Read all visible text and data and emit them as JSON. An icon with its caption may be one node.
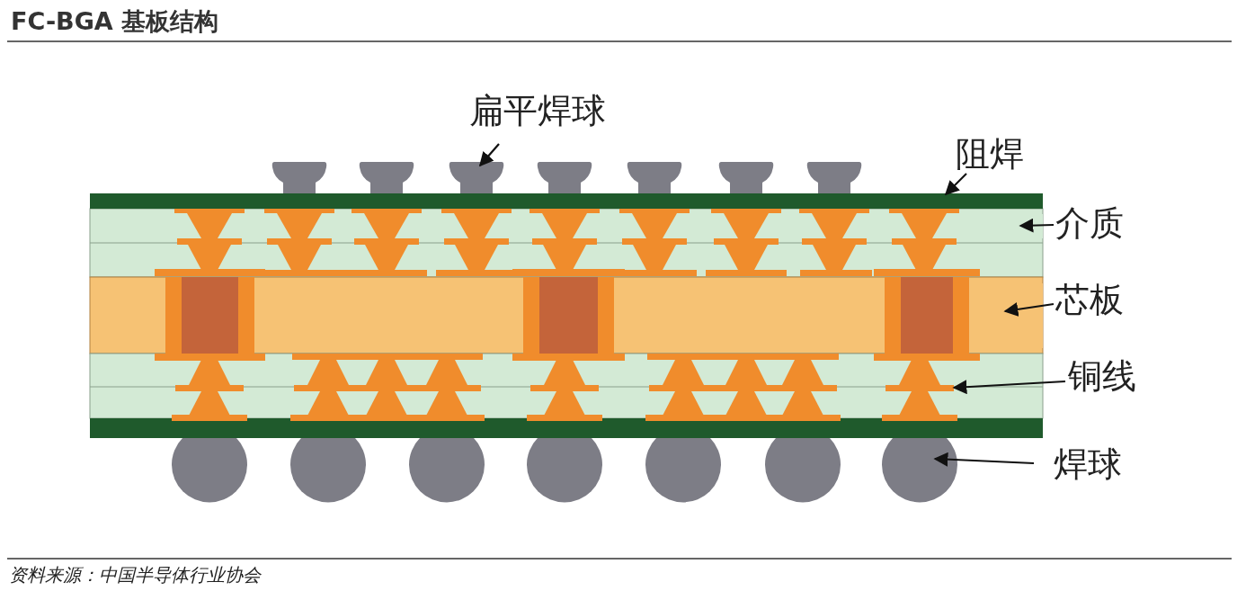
{
  "diagram": {
    "title": "FC-BGA 基板结构",
    "caption": "资料来源：中国半导体行业协会",
    "nodes": [
      {
        "text": [
          "扁平焊球"
        ]
      },
      {
        "text": [
          "阻焊"
        ]
      },
      {
        "text": [
          "介质"
        ]
      },
      {
        "text": [
          "芯板"
        ]
      },
      {
        "text": [
          "铜线"
        ]
      },
      {
        "text": [
          "焊球"
        ]
      },
      {
        "text": [],
        "shape": "box"
      },
      {
        "text": [],
        "shape": "box"
      },
      {
        "text": [],
        "shape": "box"
      },
      {
        "text": [],
        "shape": "box"
      },
      {
        "text": [],
        "shape": "box"
      },
      {
        "text": [],
        "shape": "box"
      },
      {
        "text": [],
        "shape": "box"
      },
      {
        "text": [],
        "shape": "box"
      },
      {
        "text": [],
        "shape": "box"
      },
      {
        "text": [],
        "shape": "box"
      },
      {
        "text": [],
        "shape": "box"
      },
      {
        "text": [],
        "shape": "circle"
      },
      {
        "text": [],
        "shape": "circle"
      },
      {
        "text": [],
        "shape": "circle"
      },
      {
        "text": [],
        "shape": "circle"
      },
      {
        "text": [],
        "shape": "circle"
      },
      {
        "text": [],
        "shape": "circle"
      },
      {
        "text": [],
        "shape": "circle"
      }
    ],
    "edges": [
      {
        "from": 0,
        "to": 8,
        "arrow": "to"
      },
      {
        "from": 1,
        "to": 13,
        "arrow": "to"
      },
      {
        "from": 2,
        "to": 14,
        "arrow": "to"
      },
      {
        "from": 3,
        "to": 15,
        "arrow": "to"
      },
      {
        "from": 4,
        "to": 16,
        "arrow": "to"
      },
      {
        "from": 5,
        "to": 23,
        "arrow": "to"
      }
    ]
  }
}
